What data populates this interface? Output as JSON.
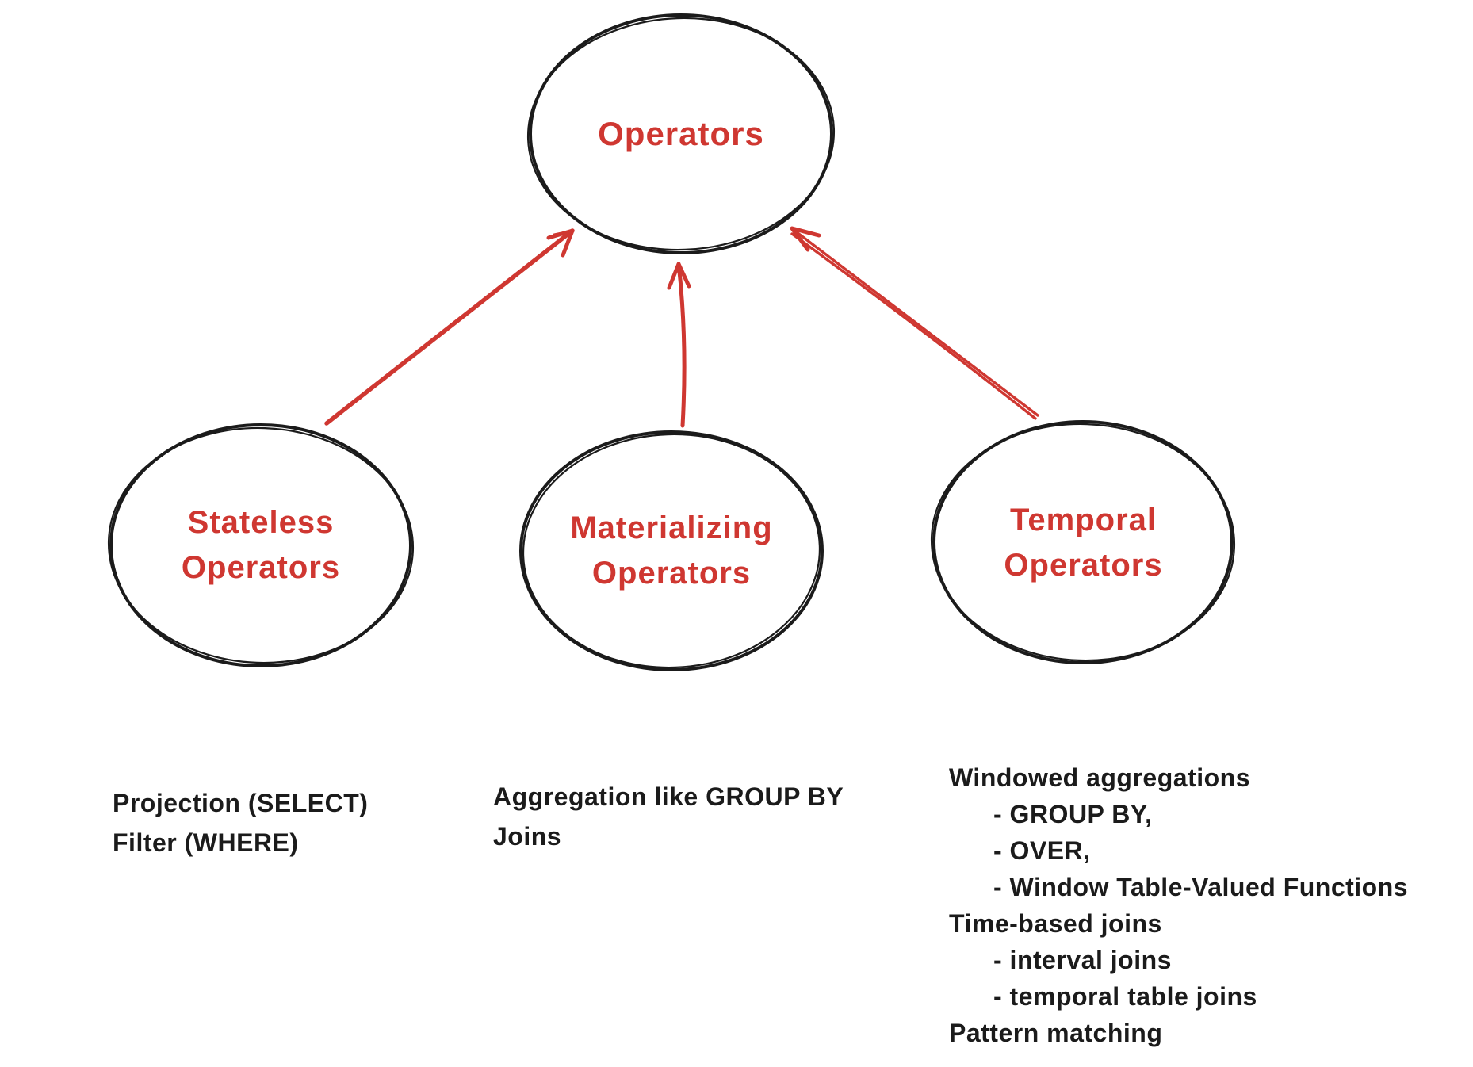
{
  "colors": {
    "background": "#ffffff",
    "ink": "#1b1b1b",
    "accent_red": "#cf3731"
  },
  "diagram": {
    "root": {
      "label": "Operators"
    },
    "categories": [
      {
        "id": "stateless-operators",
        "lines": [
          "Stateless",
          "Operators"
        ]
      },
      {
        "id": "materializing-operators",
        "lines": [
          "Materializing",
          "Operators"
        ]
      },
      {
        "id": "temporal-operators",
        "lines": [
          "Temporal",
          "Operators"
        ]
      }
    ],
    "connections": [
      {
        "from": "stateless-operators",
        "to": "operators"
      },
      {
        "from": "materializing-operators",
        "to": "operators"
      },
      {
        "from": "temporal-operators",
        "to": "operators"
      }
    ],
    "notes": {
      "stateless": {
        "lines": [
          "Projection (SELECT)",
          "Filter (WHERE)"
        ]
      },
      "materializing": {
        "lines": [
          "Aggregation like GROUP BY",
          "Joins"
        ]
      },
      "temporal": {
        "lines": [
          "Windowed aggregations",
          "- GROUP BY,",
          "- OVER,",
          "- Window Table-Valued Functions",
          "Time-based joins",
          "- interval joins",
          "- temporal table joins",
          "Pattern matching"
        ]
      }
    }
  }
}
